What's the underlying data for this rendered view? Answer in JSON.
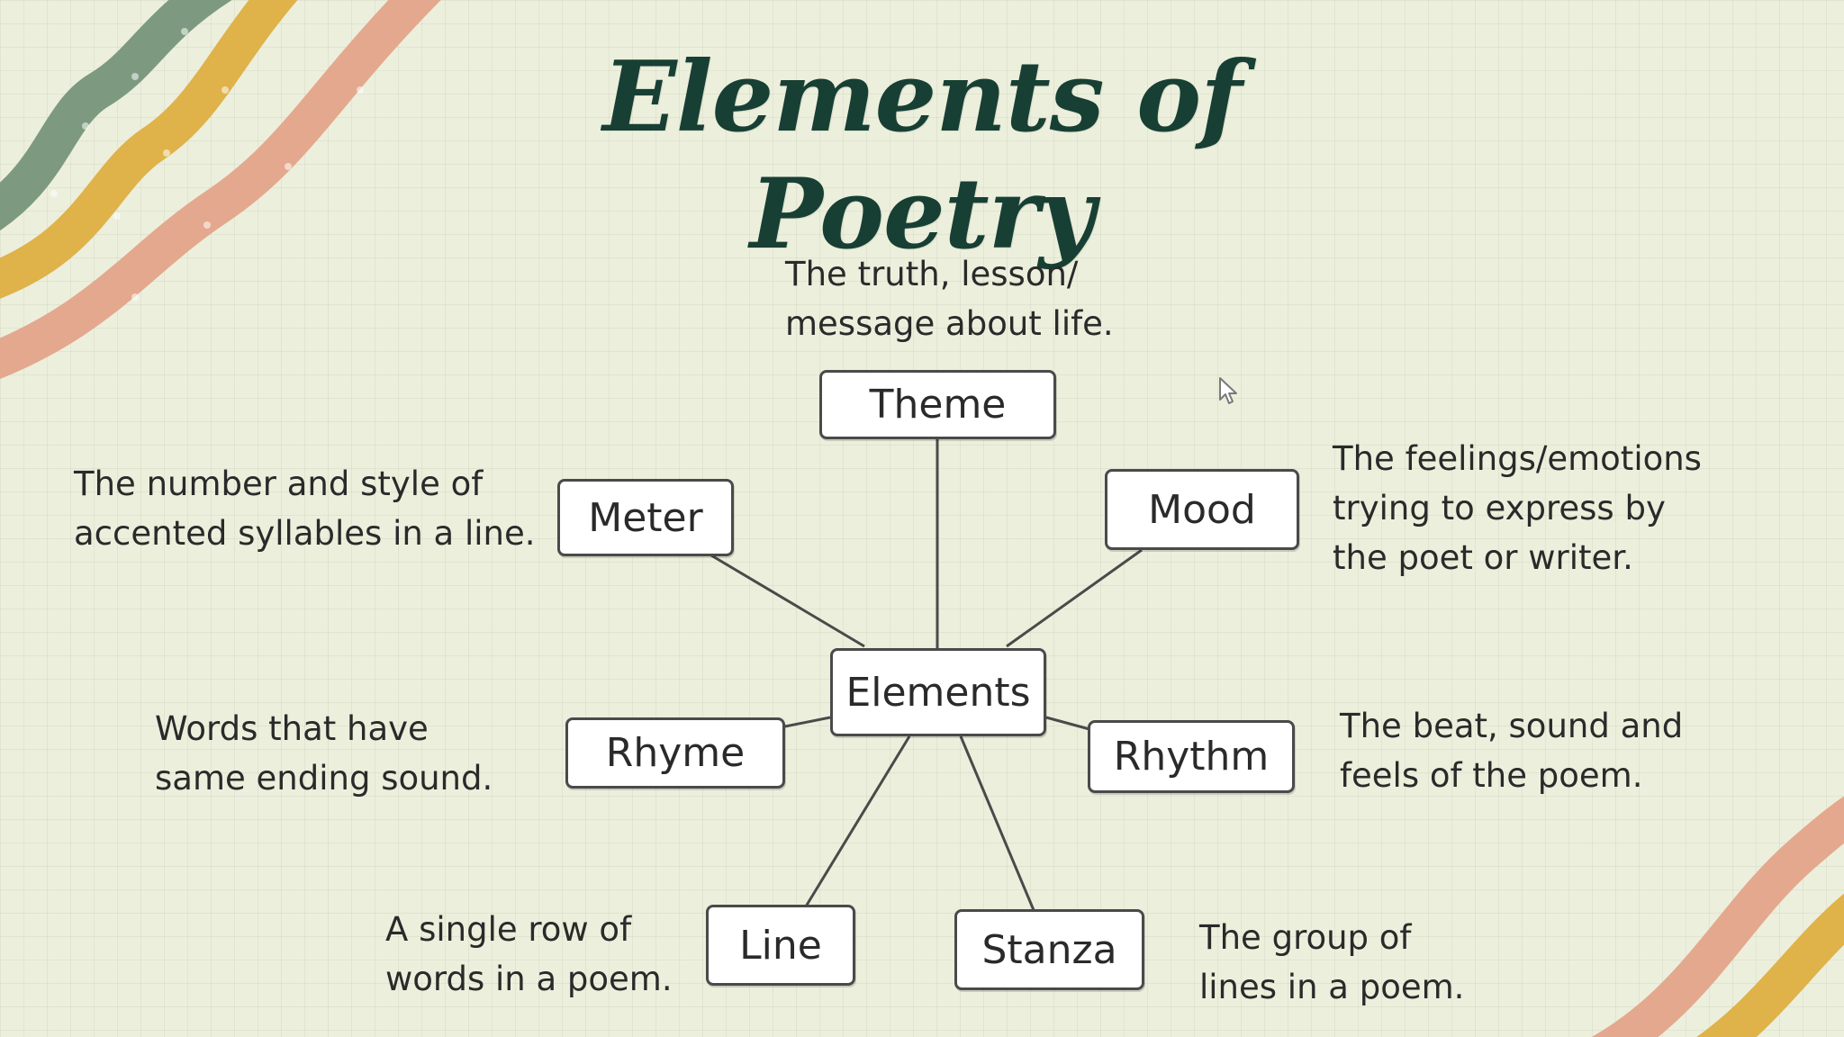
{
  "title": "Elements of Poetry",
  "center": {
    "label": "Elements"
  },
  "elements": [
    {
      "id": "theme",
      "label": "Theme",
      "description": [
        "The truth, lesson/",
        "message about life."
      ]
    },
    {
      "id": "meter",
      "label": "Meter",
      "description": [
        "The number and style of",
        "accented syllables in a line."
      ]
    },
    {
      "id": "mood",
      "label": "Mood",
      "description": [
        "The feelings/emotions",
        "trying to express by",
        "the poet or writer."
      ]
    },
    {
      "id": "rhyme",
      "label": "Rhyme",
      "description": [
        "Words that have",
        "same ending sound."
      ]
    },
    {
      "id": "rhythm",
      "label": "Rhythm",
      "description": [
        "The beat, sound and",
        "feels of the poem."
      ]
    },
    {
      "id": "line",
      "label": "Line",
      "description": [
        "A single row of",
        "words in a poem."
      ]
    },
    {
      "id": "stanza",
      "label": "Stanza",
      "description": [
        "The group of",
        "lines in a poem."
      ]
    }
  ],
  "colors": {
    "background": "#ecefdc",
    "title": "#183f34",
    "wave_green": "#7d9a80",
    "wave_yellow": "#dfb24a",
    "wave_salmon": "#e4a88e"
  },
  "icons": {
    "pointer": "mouse-cursor-icon"
  }
}
